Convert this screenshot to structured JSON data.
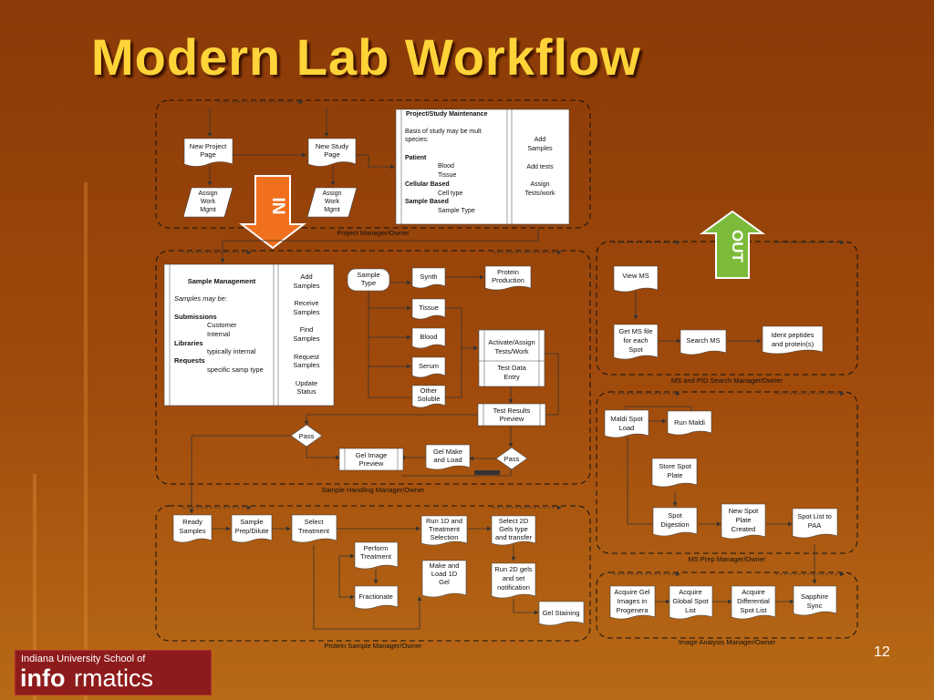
{
  "title": "Modern Lab Workflow",
  "page_number": "12",
  "logo": {
    "top_line": "Indiana University School of",
    "bold": "info",
    "rest": "rmatics"
  },
  "arrows": {
    "in": "IN",
    "out": "OUT"
  },
  "labels": {
    "project_manager": "Project Manager/Owner",
    "sample_handling": "Sample Handling Manager/Owner",
    "protein_sample": "Protein Sample Manager/Owner",
    "ms_pid_search": "MS and PID Search Manager/Owner",
    "ms_prep": "MS Prep Manager/Owner",
    "image_analysis": "Image Analysis Manager/Owner"
  },
  "project": {
    "new_project_page": [
      "New Project",
      "Page"
    ],
    "new_study_page": [
      "New Study",
      "Page"
    ],
    "assign_work_1": [
      "Assign",
      "Work",
      "Mgmt"
    ],
    "assign_work_2": [
      "Assign",
      "Work",
      "Mgmt"
    ],
    "maintenance_title": "Project/Study Maintenance",
    "maintenance_lines": [
      "Basis of study may be mult",
      "species:"
    ],
    "patient": "Patient",
    "blood": "Blood",
    "tissue": "Tissue",
    "cellular": "Cellular Based",
    "cell_type": "Cell type",
    "sample_based": "Sample Based",
    "sample_type": "Sample Type",
    "side_items": [
      "Add",
      "Samples",
      "Add tests",
      "Assign",
      "Tests/work"
    ]
  },
  "sample_mgmt": {
    "title": "Sample Management",
    "italic": "Samples may be:",
    "submissions": "Submissions",
    "customer": "Customer",
    "internal": "Internal",
    "libraries": "Libraries",
    "typically": "typically internal",
    "requests": "Requests",
    "specific": "specific samp type",
    "side_items": [
      "Add",
      "Samples",
      "Receive",
      "Samples",
      "Find",
      "Samples",
      "Request",
      "Samples",
      "Update",
      "Status"
    ]
  },
  "sample_handling": {
    "sample_type": [
      "Sample",
      "Type"
    ],
    "synth": "Synth",
    "protein_production": [
      "Protein",
      "Production"
    ],
    "tissue": "Tissue",
    "blood": "Blood",
    "serum": "Serum",
    "other_soluble": [
      "Other",
      "Soluble"
    ],
    "activate": [
      "Activate/Assign",
      "Tests/Work"
    ],
    "test_data_entry": [
      "Test Data",
      "Entry"
    ],
    "test_results_preview": [
      "Test Results",
      "Preview"
    ],
    "pass_1": "Pass",
    "gel_image_preview": [
      "Gel Image",
      "Preview"
    ],
    "gel_make_load": [
      "Gel Make",
      "and Load"
    ],
    "pass_2": "Pass"
  },
  "protein_sample": {
    "ready_samples": [
      "Ready",
      "Samples"
    ],
    "sample_prep": [
      "Sample",
      "Prep/Dilute"
    ],
    "select_treatment": [
      "Select",
      "Treatment"
    ],
    "perform_treatment": [
      "Perform",
      "Treatment"
    ],
    "fractionate": "Fractionate",
    "run_1d": [
      "Run 1D and",
      "Treatment",
      "Selection"
    ],
    "make_load_1d": [
      "Make and",
      "Load 1D",
      "Gel"
    ],
    "select_2d": [
      "Select 2D",
      "Gels type",
      "and transfer"
    ],
    "run_2d": [
      "Run 2D gels",
      "and set",
      "notification"
    ],
    "gel_staining": "Gel Staining"
  },
  "ms_search": {
    "view_ms": "View MS",
    "get_ms_file": [
      "Get MS file",
      "for each",
      "Spot"
    ],
    "search_ms": "Search MS",
    "ident_peptides": [
      "Ident peptides",
      "and protein(s)"
    ]
  },
  "ms_prep": {
    "maldi_spot_load": [
      "Maldi Spot",
      "Load"
    ],
    "run_maldi": "Run Maldi",
    "store_spot_plate": [
      "Store Spot",
      "Plate"
    ],
    "spot_digestion": [
      "Spot",
      "Digestion"
    ],
    "new_spot_plate": [
      "New Spot",
      "Plate",
      "Created"
    ],
    "spot_list_paa": [
      "Spot List to",
      "PAA"
    ]
  },
  "image_analysis": {
    "acquire_gel": [
      "Acquire Gel",
      "Images in",
      "Progenera"
    ],
    "acquire_global": [
      "Acquire",
      "Global Spot",
      "List"
    ],
    "acquire_diff": [
      "Acquire",
      "Differential",
      "Spot List"
    ],
    "sapphire_sync": [
      "Sapphire",
      "Sync"
    ]
  }
}
